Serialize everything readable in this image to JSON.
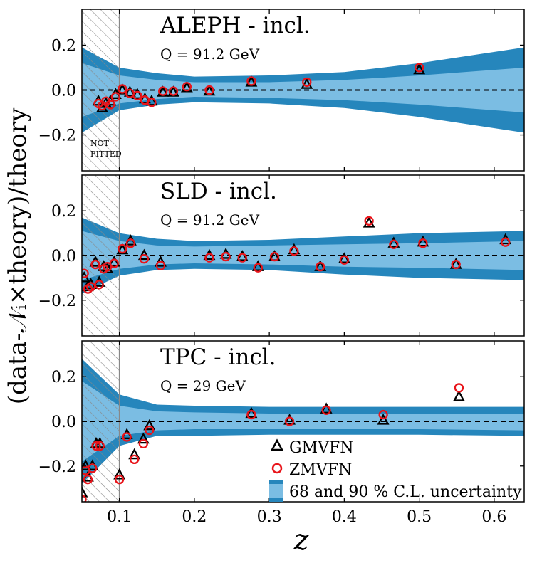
{
  "chart_data": {
    "type": "scatter",
    "ylabel": "(data-𝒩ᵢ×theory)/theory",
    "xlabel": "z",
    "xlim": [
      0.05,
      0.64
    ],
    "ylim": [
      -0.36,
      0.36
    ],
    "x_ticks": [
      0.1,
      0.2,
      0.3,
      0.4,
      0.5,
      0.6
    ],
    "x_tick_labels": [
      "0.1",
      "0.2",
      "0.3",
      "0.4",
      "0.5",
      "0.6"
    ],
    "y_ticks": [
      0.2,
      0.0,
      -0.2
    ],
    "y_tick_labels": [
      "0.2",
      "0.0",
      "−0.2"
    ],
    "not_fitted_region": [
      0.05,
      0.1
    ],
    "not_fitted_label": [
      "NOT",
      "FITTED"
    ],
    "legend": {
      "placement": "bottom-right of lowest panel",
      "entries": [
        "GMVFN",
        "ZMVFN",
        "68 and 90 % C.L. uncertainty"
      ]
    },
    "colors": {
      "gmvfn": "#000000",
      "zmvfn": "#e8141a",
      "band_68": "#7bbde3",
      "band_90": "#2686bc",
      "hatch": "#888888"
    },
    "panels": [
      {
        "title": "ALEPH - incl.",
        "subtitle": "Q = 91.2 GeV",
        "band90": {
          "z": [
            0.05,
            0.1,
            0.15,
            0.2,
            0.3,
            0.4,
            0.5,
            0.64
          ],
          "hi": [
            0.19,
            0.1,
            0.075,
            0.06,
            0.065,
            0.08,
            0.12,
            0.19
          ],
          "lo": [
            -0.19,
            -0.09,
            -0.065,
            -0.055,
            -0.06,
            -0.08,
            -0.12,
            -0.19
          ]
        },
        "band68": {
          "z": [
            0.05,
            0.1,
            0.15,
            0.2,
            0.3,
            0.4,
            0.5,
            0.64
          ],
          "hi": [
            0.12,
            0.065,
            0.045,
            0.035,
            0.035,
            0.045,
            0.065,
            0.1
          ],
          "lo": [
            -0.12,
            -0.06,
            -0.04,
            -0.03,
            -0.035,
            -0.045,
            -0.065,
            -0.1
          ]
        },
        "gmvfn": {
          "x": [
            0.072,
            0.077,
            0.082,
            0.088,
            0.095,
            0.104,
            0.114,
            0.124,
            0.134,
            0.143,
            0.158,
            0.172,
            0.19,
            0.22,
            0.276,
            0.35,
            0.5
          ],
          "y": [
            -0.05,
            -0.08,
            -0.06,
            -0.05,
            -0.02,
            0.0,
            -0.01,
            -0.02,
            -0.04,
            -0.05,
            -0.01,
            -0.01,
            0.01,
            -0.005,
            0.035,
            0.025,
            0.09
          ]
        },
        "zmvfn": {
          "x": [
            0.072,
            0.077,
            0.082,
            0.088,
            0.095,
            0.104,
            0.114,
            0.124,
            0.134,
            0.143,
            0.158,
            0.172,
            0.19,
            0.22,
            0.276,
            0.35,
            0.5
          ],
          "y": [
            -0.06,
            -0.07,
            -0.05,
            -0.065,
            -0.03,
            0.005,
            -0.015,
            -0.025,
            -0.045,
            -0.055,
            -0.005,
            -0.005,
            0.015,
            0.0,
            0.04,
            0.035,
            0.1
          ]
        }
      },
      {
        "title": "SLD - incl.",
        "subtitle": "Q = 91.2 GeV",
        "band90": {
          "z": [
            0.05,
            0.1,
            0.15,
            0.2,
            0.3,
            0.4,
            0.5,
            0.64
          ],
          "hi": [
            0.17,
            0.1,
            0.075,
            0.065,
            0.07,
            0.085,
            0.1,
            0.11
          ],
          "lo": [
            -0.17,
            -0.09,
            -0.065,
            -0.06,
            -0.065,
            -0.085,
            -0.1,
            -0.11
          ]
        },
        "band68": {
          "z": [
            0.05,
            0.1,
            0.15,
            0.2,
            0.3,
            0.4,
            0.5,
            0.64
          ],
          "hi": [
            0.11,
            0.065,
            0.045,
            0.04,
            0.045,
            0.05,
            0.055,
            0.065
          ],
          "lo": [
            -0.11,
            -0.06,
            -0.04,
            -0.035,
            -0.04,
            -0.05,
            -0.055,
            -0.065
          ]
        },
        "gmvfn": {
          "x": [
            0.053,
            0.058,
            0.062,
            0.068,
            0.073,
            0.079,
            0.084,
            0.093,
            0.104,
            0.115,
            0.133,
            0.155,
            0.22,
            0.242,
            0.264,
            0.285,
            0.307,
            0.333,
            0.368,
            0.4,
            0.433,
            0.466,
            0.505,
            0.549,
            0.615
          ],
          "y": [
            -0.1,
            -0.14,
            -0.13,
            -0.03,
            -0.12,
            -0.05,
            -0.06,
            -0.03,
            0.025,
            0.065,
            0.0,
            -0.03,
            0.0,
            0.005,
            -0.005,
            -0.05,
            -0.005,
            0.025,
            -0.05,
            -0.015,
            0.145,
            0.055,
            0.06,
            -0.04,
            0.07
          ]
        },
        "zmvfn": {
          "x": [
            0.053,
            0.058,
            0.062,
            0.068,
            0.073,
            0.079,
            0.084,
            0.093,
            0.104,
            0.115,
            0.133,
            0.155,
            0.22,
            0.242,
            0.264,
            0.285,
            0.307,
            0.333,
            0.368,
            0.4,
            0.433,
            0.466,
            0.505,
            0.549,
            0.615
          ],
          "y": [
            -0.08,
            -0.15,
            -0.14,
            -0.04,
            -0.13,
            -0.06,
            -0.05,
            -0.035,
            0.03,
            0.055,
            -0.015,
            -0.045,
            -0.01,
            -0.005,
            -0.01,
            -0.055,
            -0.005,
            0.02,
            -0.05,
            -0.02,
            0.155,
            0.05,
            0.055,
            -0.04,
            0.06
          ]
        }
      },
      {
        "title": "TPC - incl.",
        "subtitle": "Q = 29 GeV",
        "band90": {
          "z": [
            0.05,
            0.1,
            0.15,
            0.2,
            0.3,
            0.4,
            0.5,
            0.64
          ],
          "hi": [
            0.28,
            0.12,
            0.075,
            0.07,
            0.065,
            0.065,
            0.065,
            0.065
          ],
          "lo": [
            -0.28,
            -0.11,
            -0.065,
            -0.065,
            -0.06,
            -0.06,
            -0.06,
            -0.065
          ]
        },
        "band68": {
          "z": [
            0.05,
            0.1,
            0.15,
            0.2,
            0.3,
            0.4,
            0.5,
            0.64
          ],
          "hi": [
            0.18,
            0.07,
            0.045,
            0.04,
            0.035,
            0.035,
            0.035,
            0.035
          ],
          "lo": [
            -0.18,
            -0.065,
            -0.04,
            -0.035,
            -0.035,
            -0.035,
            -0.035,
            -0.04
          ]
        },
        "gmvfn": {
          "x": [
            0.05,
            0.055,
            0.058,
            0.064,
            0.069,
            0.074,
            0.1,
            0.11,
            0.12,
            0.132,
            0.14,
            0.276,
            0.327,
            0.376,
            0.452,
            0.553
          ],
          "y": [
            -0.32,
            -0.2,
            -0.25,
            -0.2,
            -0.1,
            -0.1,
            -0.24,
            -0.06,
            -0.15,
            -0.08,
            -0.02,
            0.035,
            0.005,
            0.055,
            0.005,
            0.11
          ]
        },
        "zmvfn": {
          "x": [
            0.05,
            0.055,
            0.058,
            0.064,
            0.069,
            0.074,
            0.1,
            0.11,
            0.12,
            0.132,
            0.14,
            0.276,
            0.327,
            0.376,
            0.452,
            0.553
          ],
          "y": [
            -0.35,
            -0.22,
            -0.26,
            -0.21,
            -0.11,
            -0.11,
            -0.26,
            -0.07,
            -0.17,
            -0.1,
            -0.04,
            0.03,
            0.0,
            0.05,
            0.03,
            0.15
          ]
        }
      }
    ]
  }
}
